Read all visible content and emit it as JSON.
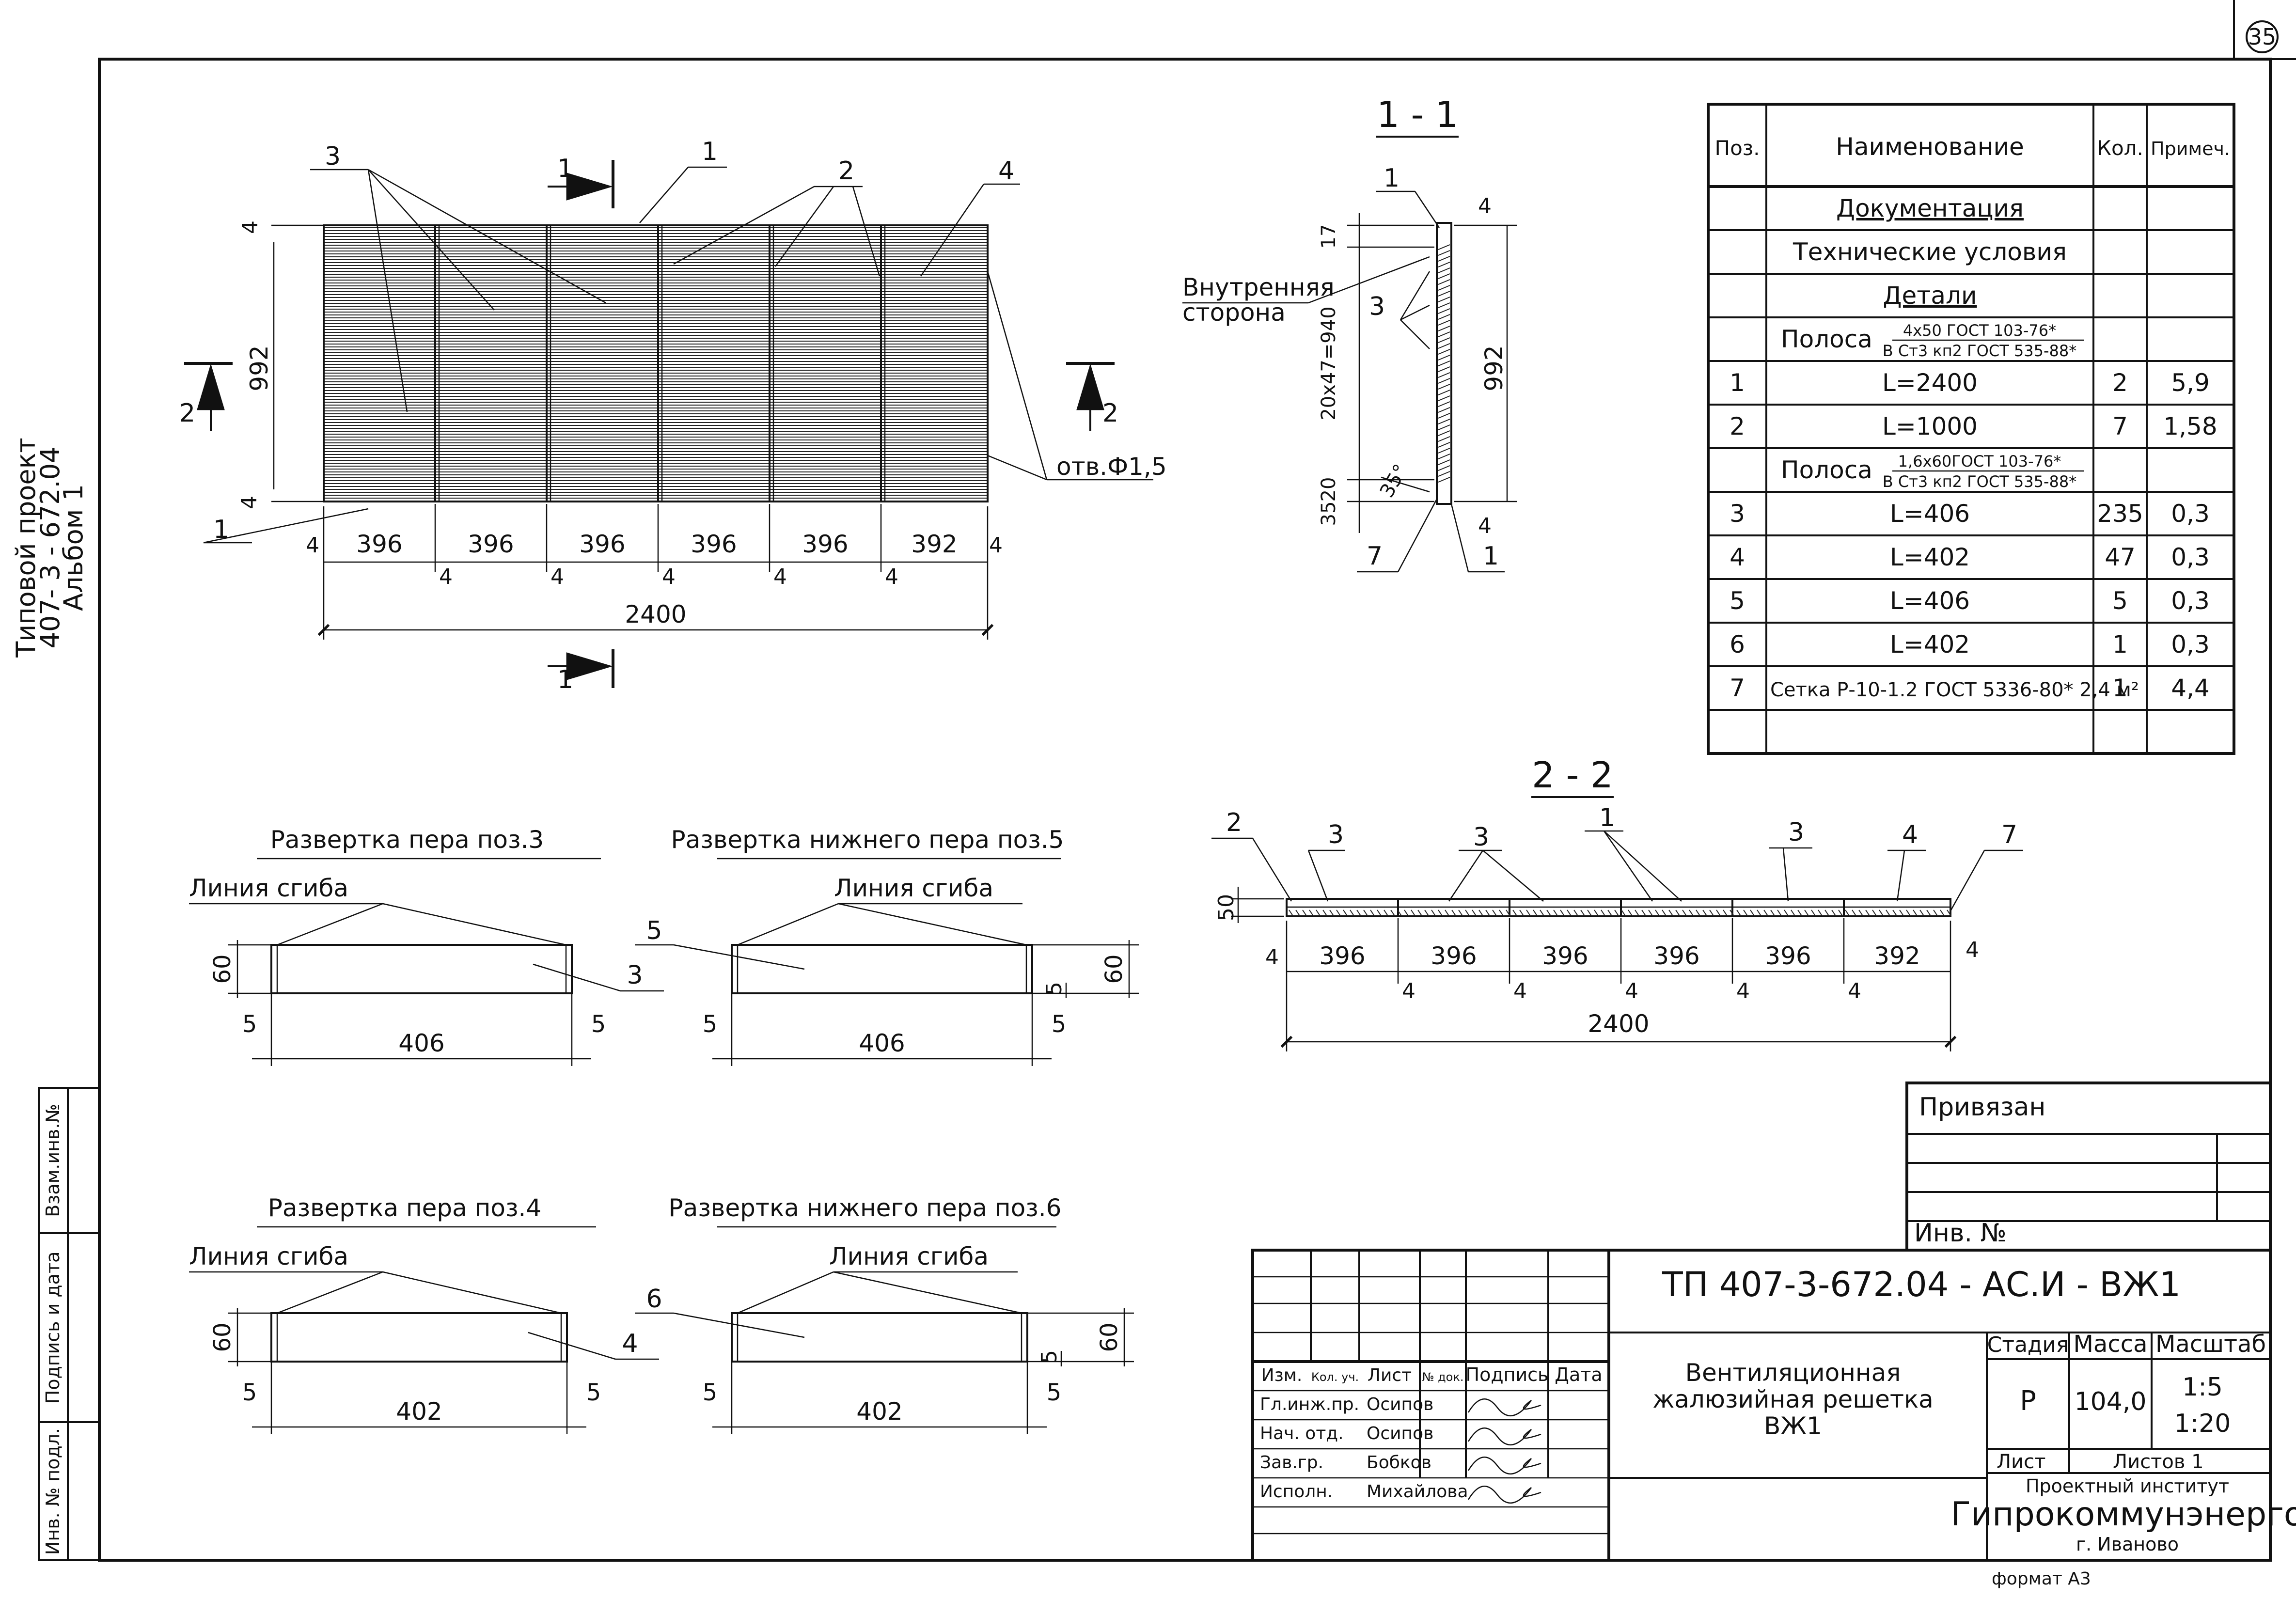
{
  "sheet": {
    "number": "35",
    "format": "формат А3",
    "project_label": [
      "Типовой проект",
      "407- 3 - 672.04",
      "Альбом 1"
    ],
    "side_stamp": [
      "Инв. № подл.",
      "Подпись и дата",
      "Взам.инв.№"
    ]
  },
  "plan": {
    "dims": [
      "396",
      "396",
      "396",
      "396",
      "396",
      "392"
    ],
    "gap": "4",
    "total": "2400",
    "height": "992",
    "edge": "4",
    "hole_label": "отв.Ф1,5",
    "leaders": [
      "3",
      "1",
      "2",
      "4",
      "1"
    ],
    "cut_marks": [
      "1",
      "1",
      "2",
      "2"
    ]
  },
  "section11": {
    "title": "1 - 1",
    "inner_side": [
      "Внутренняя",
      "сторона"
    ],
    "pos": [
      "1",
      "3",
      "7",
      "1"
    ],
    "dims": [
      "17",
      "20х47=940",
      "35",
      "20",
      "992",
      "4",
      "4"
    ],
    "angle": "35°"
  },
  "section22": {
    "title": "2 - 2",
    "pos": [
      "2",
      "3",
      "3",
      "1",
      "3",
      "4",
      "7"
    ],
    "height": "50",
    "dims": [
      "396",
      "396",
      "396",
      "396",
      "396",
      "392"
    ],
    "gap": "4",
    "total": "2400"
  },
  "unfolds": [
    {
      "title": "Развертка пера поз.3",
      "fold": "Линия сгиба",
      "h": "60",
      "len": "406",
      "pos": "3",
      "e1": "5",
      "e2": "5"
    },
    {
      "title": "Развертка нижнего пера поз.5",
      "fold": "Линия сгиба",
      "h": "60",
      "len": "406",
      "pos": "5",
      "e1": "5",
      "e2": "5",
      "h2": "5"
    },
    {
      "title": "Развертка пера поз.4",
      "fold": "Линия сгиба",
      "h": "60",
      "len": "402",
      "pos": "4",
      "e1": "5",
      "e2": "5"
    },
    {
      "title": "Развертка нижнего пера поз.6",
      "fold": "Линия сгиба",
      "h": "60",
      "len": "402",
      "pos": "6",
      "e1": "5",
      "e2": "5",
      "h2": "5"
    }
  ],
  "spec": {
    "headers": [
      "Поз.",
      "Наименование",
      "Кол.",
      "Примеч."
    ],
    "rows": [
      {
        "pos": "",
        "name": "Документация",
        "qty": "",
        "note": "",
        "style": "underline"
      },
      {
        "pos": "",
        "name": "Технические условия",
        "qty": "",
        "note": "",
        "style": "center"
      },
      {
        "pos": "",
        "name": "Детали",
        "qty": "",
        "note": "",
        "style": "underline"
      },
      {
        "pos": "",
        "name": "Полоса",
        "frac_top": "4х50 ГОСТ 103-76*",
        "frac_bot": "В Ст3 кп2 ГОСТ 535-88*",
        "qty": "",
        "note": "",
        "style": "fraction"
      },
      {
        "pos": "1",
        "name": "L=2400",
        "qty": "2",
        "note": "5,9",
        "style": "center"
      },
      {
        "pos": "2",
        "name": "L=1000",
        "qty": "7",
        "note": "1,58",
        "style": "center"
      },
      {
        "pos": "",
        "name": "Полоса",
        "frac_top": "1,6х60ГОСТ 103-76*",
        "frac_bot": "В Ст3 кп2 ГОСТ 535-88*",
        "qty": "",
        "note": "",
        "style": "fraction"
      },
      {
        "pos": "3",
        "name": "L=406",
        "qty": "235",
        "note": "0,3",
        "style": "center"
      },
      {
        "pos": "4",
        "name": "L=402",
        "qty": "47",
        "note": "0,3",
        "style": "center"
      },
      {
        "pos": "5",
        "name": "L=406",
        "qty": "5",
        "note": "0,3",
        "style": "center"
      },
      {
        "pos": "6",
        "name": "L=402",
        "qty": "1",
        "note": "0,3",
        "style": "center"
      },
      {
        "pos": "7",
        "name": "Сетка Р-10-1.2 ГОСТ 5336-80* 2,4 м²",
        "qty": "1",
        "note": "4,4",
        "style": "left"
      },
      {
        "pos": "",
        "name": "",
        "qty": "",
        "note": "",
        "style": "center"
      }
    ]
  },
  "titleblock": {
    "bound": "Привязан",
    "inv": "Инв. №",
    "code": "ТП   407-3-672.04 - АС.И - ВЖ1",
    "name": [
      "Вентиляционная",
      "жалюзийная решетка",
      "ВЖ1"
    ],
    "col_heads": [
      "Изм.",
      "Кол. уч.",
      "Лист",
      "№ док.",
      "Подпись",
      "Дата"
    ],
    "people": [
      {
        "role": "Гл.инж.пр.",
        "name": "Осипов"
      },
      {
        "role": "Нач. отд.",
        "name": "Осипов"
      },
      {
        "role": "Зав.гр.",
        "name": "Бобков"
      },
      {
        "role": "Исполн.",
        "name": "Михайлова"
      }
    ],
    "stage_head": "Стадия",
    "mass_head": "Масса",
    "scale_head": "Масштаб",
    "stage": "Р",
    "mass": "104,0",
    "scale1": "1:5",
    "scale2": "1:20",
    "sheet_label": "Лист",
    "sheets_label": "Листов 1",
    "org1": "Проектный институт",
    "org2": "Гипрокоммунэнерго",
    "city": "г. Иваново"
  }
}
